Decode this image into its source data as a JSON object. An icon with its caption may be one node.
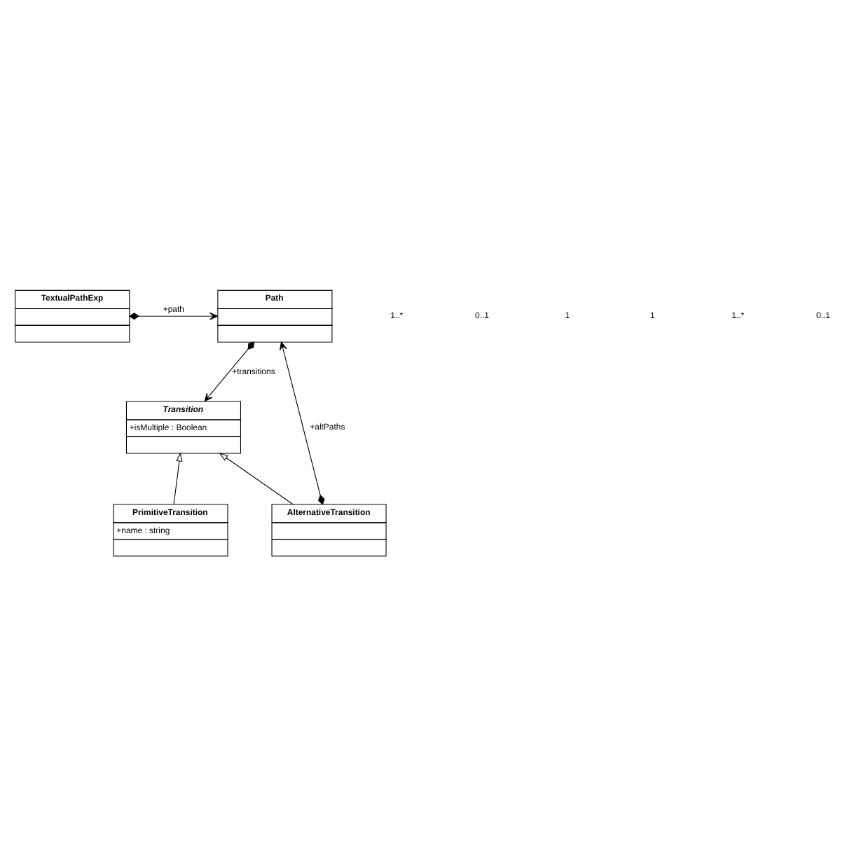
{
  "diagram": {
    "nodes": [
      {
        "text": [
          "TextualPathExp"
        ]
      },
      {
        "text": [
          "Path"
        ]
      },
      {
        "text": [
          "Transition",
          "+isMultiple : Boolean"
        ]
      },
      {
        "text": [
          "PrimitiveTransition",
          "+name : string"
        ]
      },
      {
        "text": [
          "AlternativeTransition"
        ]
      }
    ],
    "edges": [
      {
        "from": 0,
        "to": 1,
        "arrow": "to",
        "label": "+path"
      },
      {
        "from": 1,
        "to": 2,
        "arrow": "to",
        "label": "+transitions"
      },
      {
        "from": 3,
        "to": 2,
        "arrow": "to"
      },
      {
        "from": 4,
        "to": 2,
        "arrow": "to"
      },
      {
        "from": 4,
        "to": 1,
        "arrow": "to",
        "label": "+altPaths"
      }
    ],
    "labels": [
      "1..*",
      "0..1",
      "1",
      "1",
      "1..*",
      "0..1"
    ]
  }
}
